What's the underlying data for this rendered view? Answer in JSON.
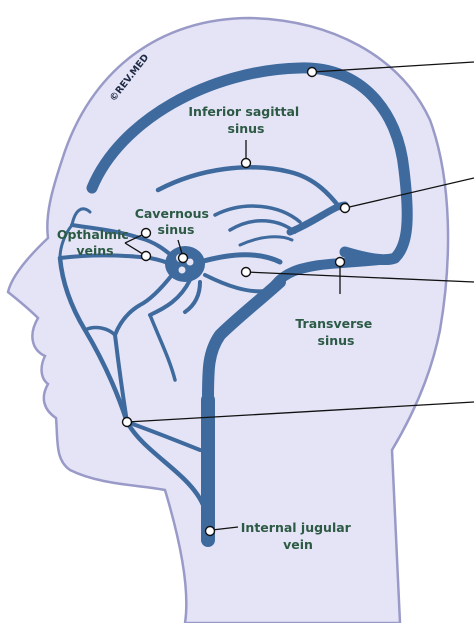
{
  "watermark": "©REV.MED",
  "labels": {
    "inferior_sagittal_sinus": [
      "Inferior sagittal",
      "sinus"
    ],
    "cavernous_sinus": [
      "Cavernous",
      "sinus"
    ],
    "opthalmic_veins": [
      "Opthalmic",
      "veins"
    ],
    "transverse_sinus": [
      "Transverse",
      "sinus"
    ],
    "internal_jugular_vein": [
      "Internal jugular",
      "vein"
    ]
  },
  "colors": {
    "head_fill": "#e4e4f6",
    "head_outline": "#9a9ac8",
    "vein": "#3f6a9e",
    "label_text": "#2d5a45"
  }
}
